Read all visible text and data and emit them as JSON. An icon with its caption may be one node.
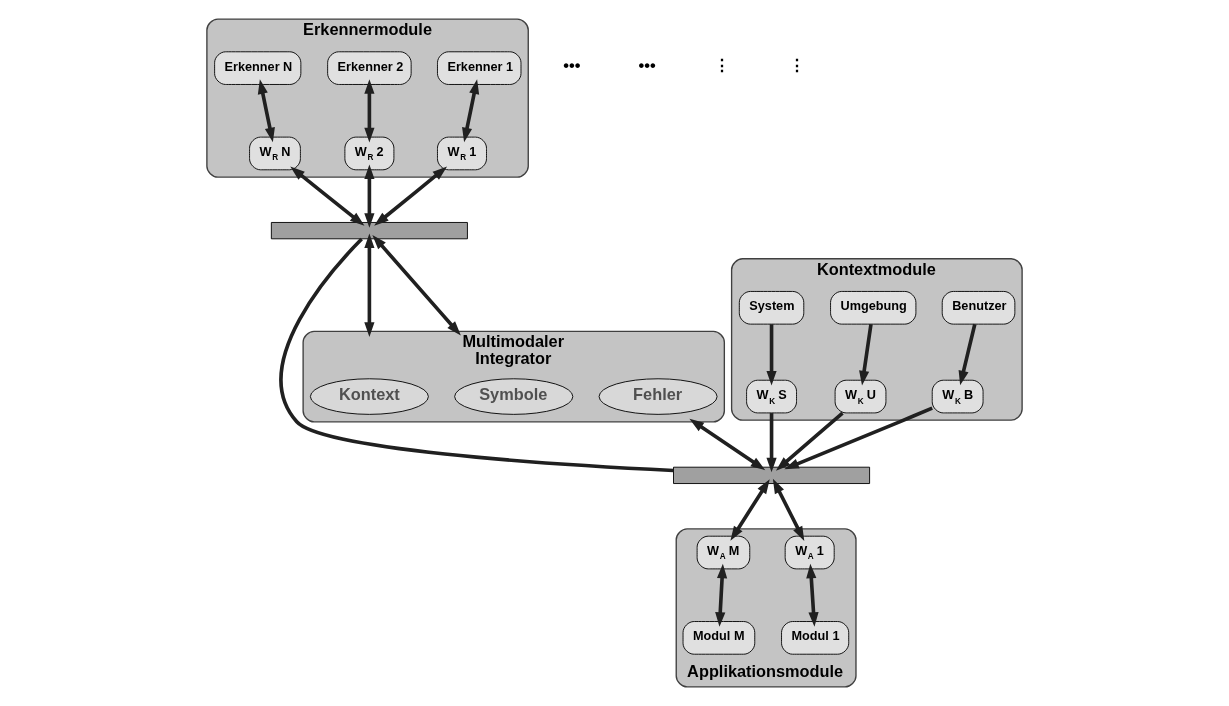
{
  "diagram": {
    "nodes": [
      {
        "text": [
          "Erkennermodule"
        ]
      },
      {
        "text": [
          "Erkenner 1"
        ],
        "in": 0
      },
      {
        "text": [
          "Erkenner 2"
        ],
        "in": 0
      },
      {
        "text": [
          "Erkenner N"
        ],
        "in": 0
      },
      {
        "text": [
          "W$_{R}$ 1"
        ],
        "in": 0
      },
      {
        "text": [
          "W$_{R}$ 2"
        ],
        "in": 0
      },
      {
        "text": [
          "W$_{R}$ N"
        ],
        "in": 0
      },
      {
        "text": [
          "Kontextmodule"
        ]
      },
      {
        "text": [
          "W$_{K}$ B"
        ],
        "in": 7
      },
      {
        "text": [
          "Benutzer"
        ],
        "in": 7
      },
      {
        "text": [
          "W$_{K}$ U"
        ],
        "in": 7
      },
      {
        "text": [
          "Umgebung"
        ],
        "in": 7
      },
      {
        "text": [
          "W$_{K}$ S"
        ],
        "in": 7
      },
      {
        "text": [
          "System"
        ],
        "in": 7
      },
      {
        "text": [],
        "shape": "bar"
      },
      {
        "text": [],
        "shape": "bar"
      },
      {
        "text": [
          "Multimodaler",
          "Integrator"
        ]
      },
      {
        "text": [
          "Fehler"
        ],
        "in": 16
      },
      {
        "text": [
          "Kontext"
        ],
        "in": 16
      },
      {
        "text": [
          "Symbole"
        ],
        "in": 16
      },
      {
        "text": [
          "Applikationsmodule"
        ]
      },
      {
        "text": [
          "W$_{A}$ 1"
        ],
        "in": 20
      },
      {
        "text": [
          "Modul 1"
        ],
        "in": 20
      },
      {
        "text": [
          "W$_{A}$ M"
        ],
        "in": 20
      },
      {
        "text": [
          "Modul M"
        ],
        "in": 20
      }
    ],
    "edges": [
      {
        "from": 1,
        "to": 4,
        "arrow": "both"
      },
      {
        "from": 2,
        "to": 5,
        "arrow": "both"
      },
      {
        "from": 3,
        "to": 6,
        "arrow": "both"
      },
      {
        "from": 4,
        "to": 14,
        "arrow": "both"
      },
      {
        "from": 5,
        "to": 14,
        "arrow": "both"
      },
      {
        "from": 6,
        "to": 14,
        "arrow": "both"
      },
      {
        "from": 14,
        "to": 15,
        "arrow": "none"
      },
      {
        "from": 8,
        "to": 15,
        "arrow": "to"
      },
      {
        "from": 9,
        "to": 8,
        "arrow": "to"
      },
      {
        "from": 10,
        "to": 15,
        "arrow": "to"
      },
      {
        "from": 11,
        "to": 10,
        "arrow": "to"
      },
      {
        "from": 12,
        "to": 15,
        "arrow": "to"
      },
      {
        "from": 13,
        "to": 12,
        "arrow": "to"
      },
      {
        "from": 14,
        "to": 16,
        "arrow": "both"
      },
      {
        "from": 14,
        "to": 16,
        "arrow": "both"
      },
      {
        "from": 16,
        "to": 15,
        "arrow": "both"
      },
      {
        "from": 15,
        "to": 21,
        "arrow": "both"
      },
      {
        "from": 21,
        "to": 22,
        "arrow": "both"
      },
      {
        "from": 15,
        "to": 23,
        "arrow": "both"
      },
      {
        "from": 23,
        "to": 24,
        "arrow": "both"
      }
    ],
    "labels": [
      "•••",
      "•••",
      "⋮",
      "⋮"
    ]
  }
}
